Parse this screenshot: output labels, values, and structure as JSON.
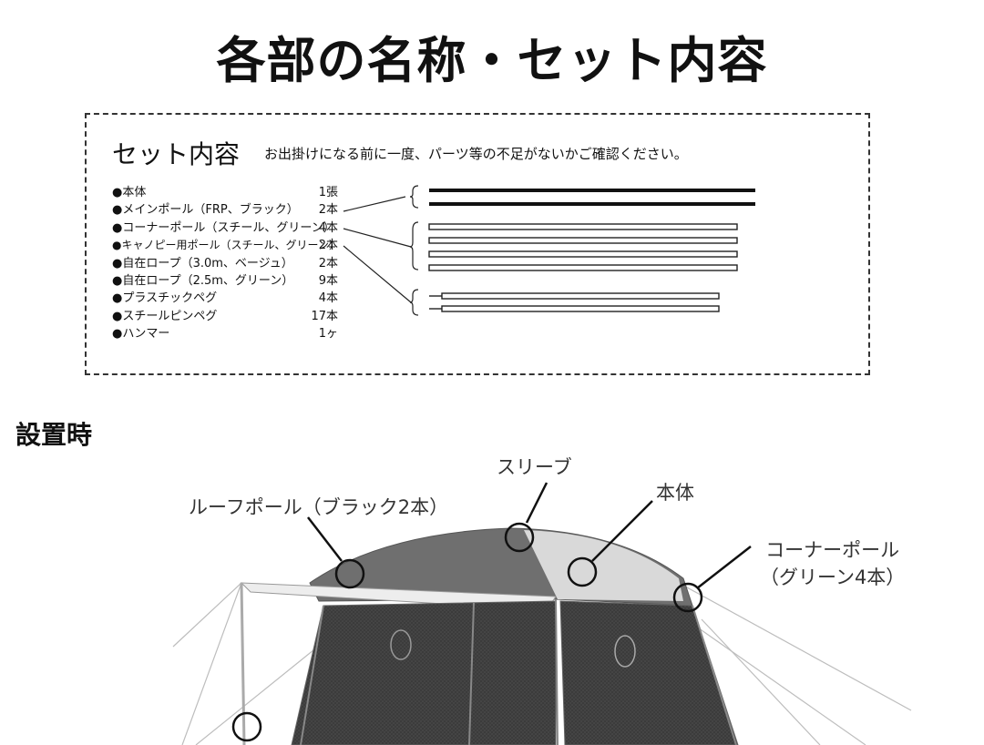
{
  "page": {
    "title": "各部の名称・セット内容"
  },
  "set_contents": {
    "heading": "セット内容",
    "note": "お出掛けになる前に一度、パーツ等の不足がないかご確認ください。",
    "items": [
      {
        "name": "●本体",
        "qty": "1張"
      },
      {
        "name": "●メインポール（FRP、ブラック）",
        "qty": "2本"
      },
      {
        "name": "●コーナーポール（スチール、グリーン）",
        "qty": "4本"
      },
      {
        "name": "●キャノピー用ポール（スチール、グリーン）",
        "qty": "2本"
      },
      {
        "name": "●自在ロープ（3.0m、ベージュ）",
        "qty": "2本"
      },
      {
        "name": "●自在ロープ（2.5m、グリーン）",
        "qty": "9本"
      },
      {
        "name": "●プラスチックペグ",
        "qty": "4本"
      },
      {
        "name": "●スチールピンペグ",
        "qty": "17本"
      },
      {
        "name": "●ハンマー",
        "qty": "1ヶ"
      }
    ]
  },
  "setup": {
    "heading": "設置時",
    "callouts": {
      "roof_pole": "ルーフポール（ブラック2本）",
      "sleeve": "スリーブ",
      "body": "本体",
      "corner_pole_line1": "コーナーポール",
      "corner_pole_line2": "（グリーン4本）"
    }
  }
}
